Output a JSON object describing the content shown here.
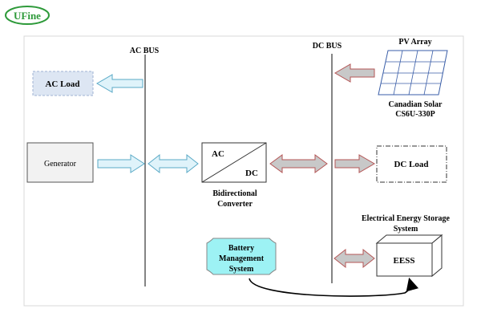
{
  "brand": {
    "logo_text": "UFine"
  },
  "labels": {
    "ac_bus": "AC BUS",
    "dc_bus": "DC BUS",
    "pv_array": "PV Array",
    "pv_model_line1": "Canadian Solar",
    "pv_model_line2": "CS6U-330P",
    "ac_load": "AC Load",
    "generator": "Generator",
    "converter_ac": "AC",
    "converter_dc": "DC",
    "converter_caption_line1": "Bidirectional",
    "converter_caption_line2": "Converter",
    "dc_load": "DC Load",
    "ess_title_line1": "Electrical Energy Storage",
    "ess_title_line2": "System",
    "eess": "EESS",
    "bms_line1": "Battery",
    "bms_line2": "Management",
    "bms_line3": "System"
  },
  "colors": {
    "brand_green": "#2e9a3a",
    "ac_load_fill": "#dde6f3",
    "ac_arrow_fill": "#dff3fa",
    "ac_arrow_stroke": "#59a9c6",
    "dc_arrow_fill": "#c8c8c8",
    "dc_arrow_stroke": "#b55656",
    "bms_fill": "#9df2f4",
    "pv_grid": "#3a5ea8"
  }
}
